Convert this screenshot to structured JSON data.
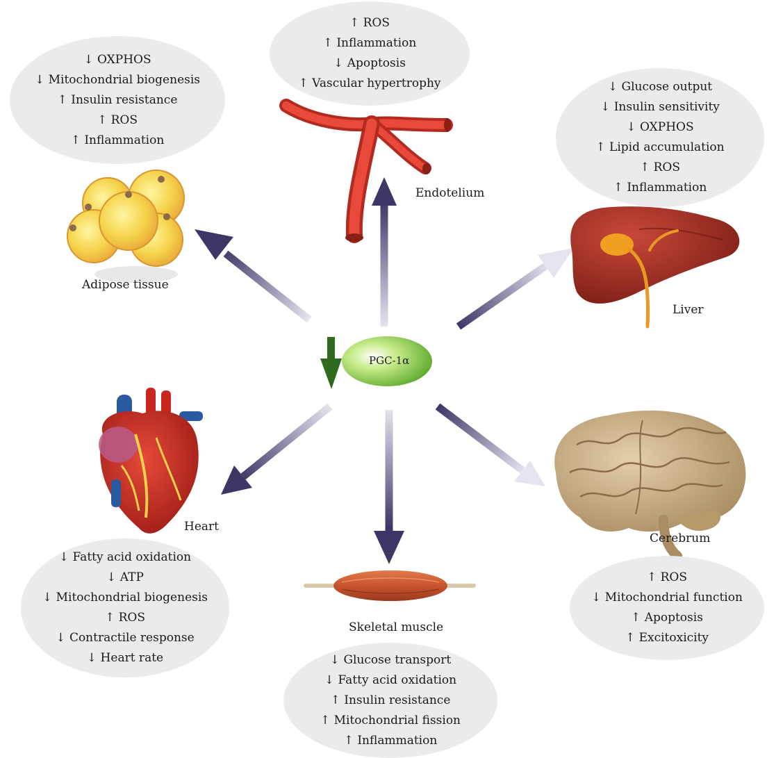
{
  "center": {
    "label": "PGC-1α"
  },
  "organs": {
    "endothelium": {
      "label": "Endotelium",
      "effects": [
        "↑ ROS",
        "↑ Inflammation",
        "↓ Apoptosis",
        "↑ Vascular hypertrophy"
      ]
    },
    "adipose": {
      "label": "Adipose tissue",
      "effects": [
        "↓ OXPHOS",
        "↓ Mitochondrial biogenesis",
        "↑ Insulin resistance",
        "↑ ROS",
        "↑ Inflammation"
      ]
    },
    "liver": {
      "label": "Liver",
      "effects": [
        "↓ Glucose output",
        "↓ Insulin sensitivity",
        "↓ OXPHOS",
        "↑ Lipid accumulation",
        "↑ ROS",
        "↑ Inflammation"
      ]
    },
    "heart": {
      "label": "Heart",
      "effects": [
        "↓ Fatty acid oxidation",
        "↓ ATP",
        "↓ Mitochondrial biogenesis",
        "↑ ROS",
        "↓ Contractile response",
        "↓ Heart rate"
      ]
    },
    "muscle": {
      "label": "Skeletal muscle",
      "effects": [
        "↓ Glucose transport",
        "↓ Fatty acid oxidation",
        "↑ Insulin resistance",
        "↑ Mitochondrial fission",
        "↑ Inflammation"
      ]
    },
    "cerebrum": {
      "label": "Cerebrum",
      "effects": [
        "↑ ROS",
        "↓ Mitochondrial function",
        "↑ Apoptosis",
        "↑ Excitoxicity"
      ]
    }
  },
  "colors": {
    "bubble": "#ebebeb",
    "arrow_dark": "#3d3766",
    "arrow_light": "#e6e3ef",
    "center_green": "#6cc030",
    "down_arrow": "#2f6b1f",
    "vessel": "#d8352a",
    "adipocyte": "#f3c63a",
    "liver": "#9c2a1e",
    "heart": "#c9261e",
    "brain": "#c9b089",
    "muscle": "#c8542e"
  }
}
